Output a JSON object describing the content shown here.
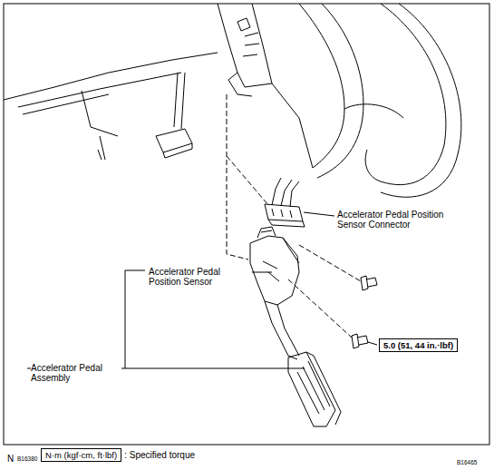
{
  "diagram": {
    "nodes": [
      {
        "text": [
          "5.0 (51, 44 in.·lbf)"
        ]
      },
      {
        "text": [
          "N·m (kgf·cm, ft·lbf)"
        ]
      }
    ],
    "labels": [
      "Accelerator Pedal Position Sensor Connector",
      "Accelerator Pedal Position Sensor",
      "Accelerator Pedal Assembly",
      ": Specified torque",
      "N",
      "B16380",
      "B16465"
    ]
  }
}
